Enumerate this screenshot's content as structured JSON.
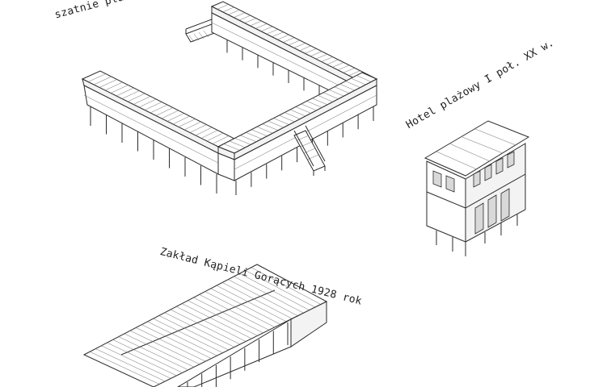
{
  "labels": {
    "szatnie": "szatnie plażow",
    "hotel": "Hotel plażowy I poł. XX w.",
    "zaklad": "Zakład Kąpieli Gorących 1928 rok"
  }
}
